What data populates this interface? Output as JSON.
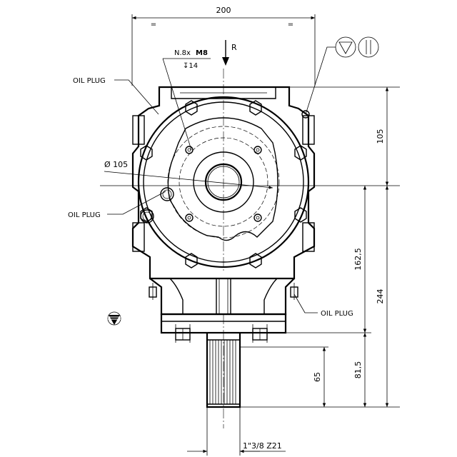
{
  "drawing": {
    "dim_width": "200",
    "equal_mark": "=",
    "rotation_label": "R",
    "holes_spec": "N.8x",
    "thread_spec": "M8",
    "depth_spec": "↧14",
    "bolt_circle": "Ø 105",
    "oil_plug_top": "OIL PLUG",
    "oil_plug_left": "OIL PLUG",
    "oil_plug_right": "OIL PLUG",
    "dim_105": "105",
    "dim_162_5": "162,5",
    "dim_244": "244",
    "dim_81_5": "81,5",
    "dim_65": "65",
    "shaft_spec": "1\"3/8  Z21"
  }
}
